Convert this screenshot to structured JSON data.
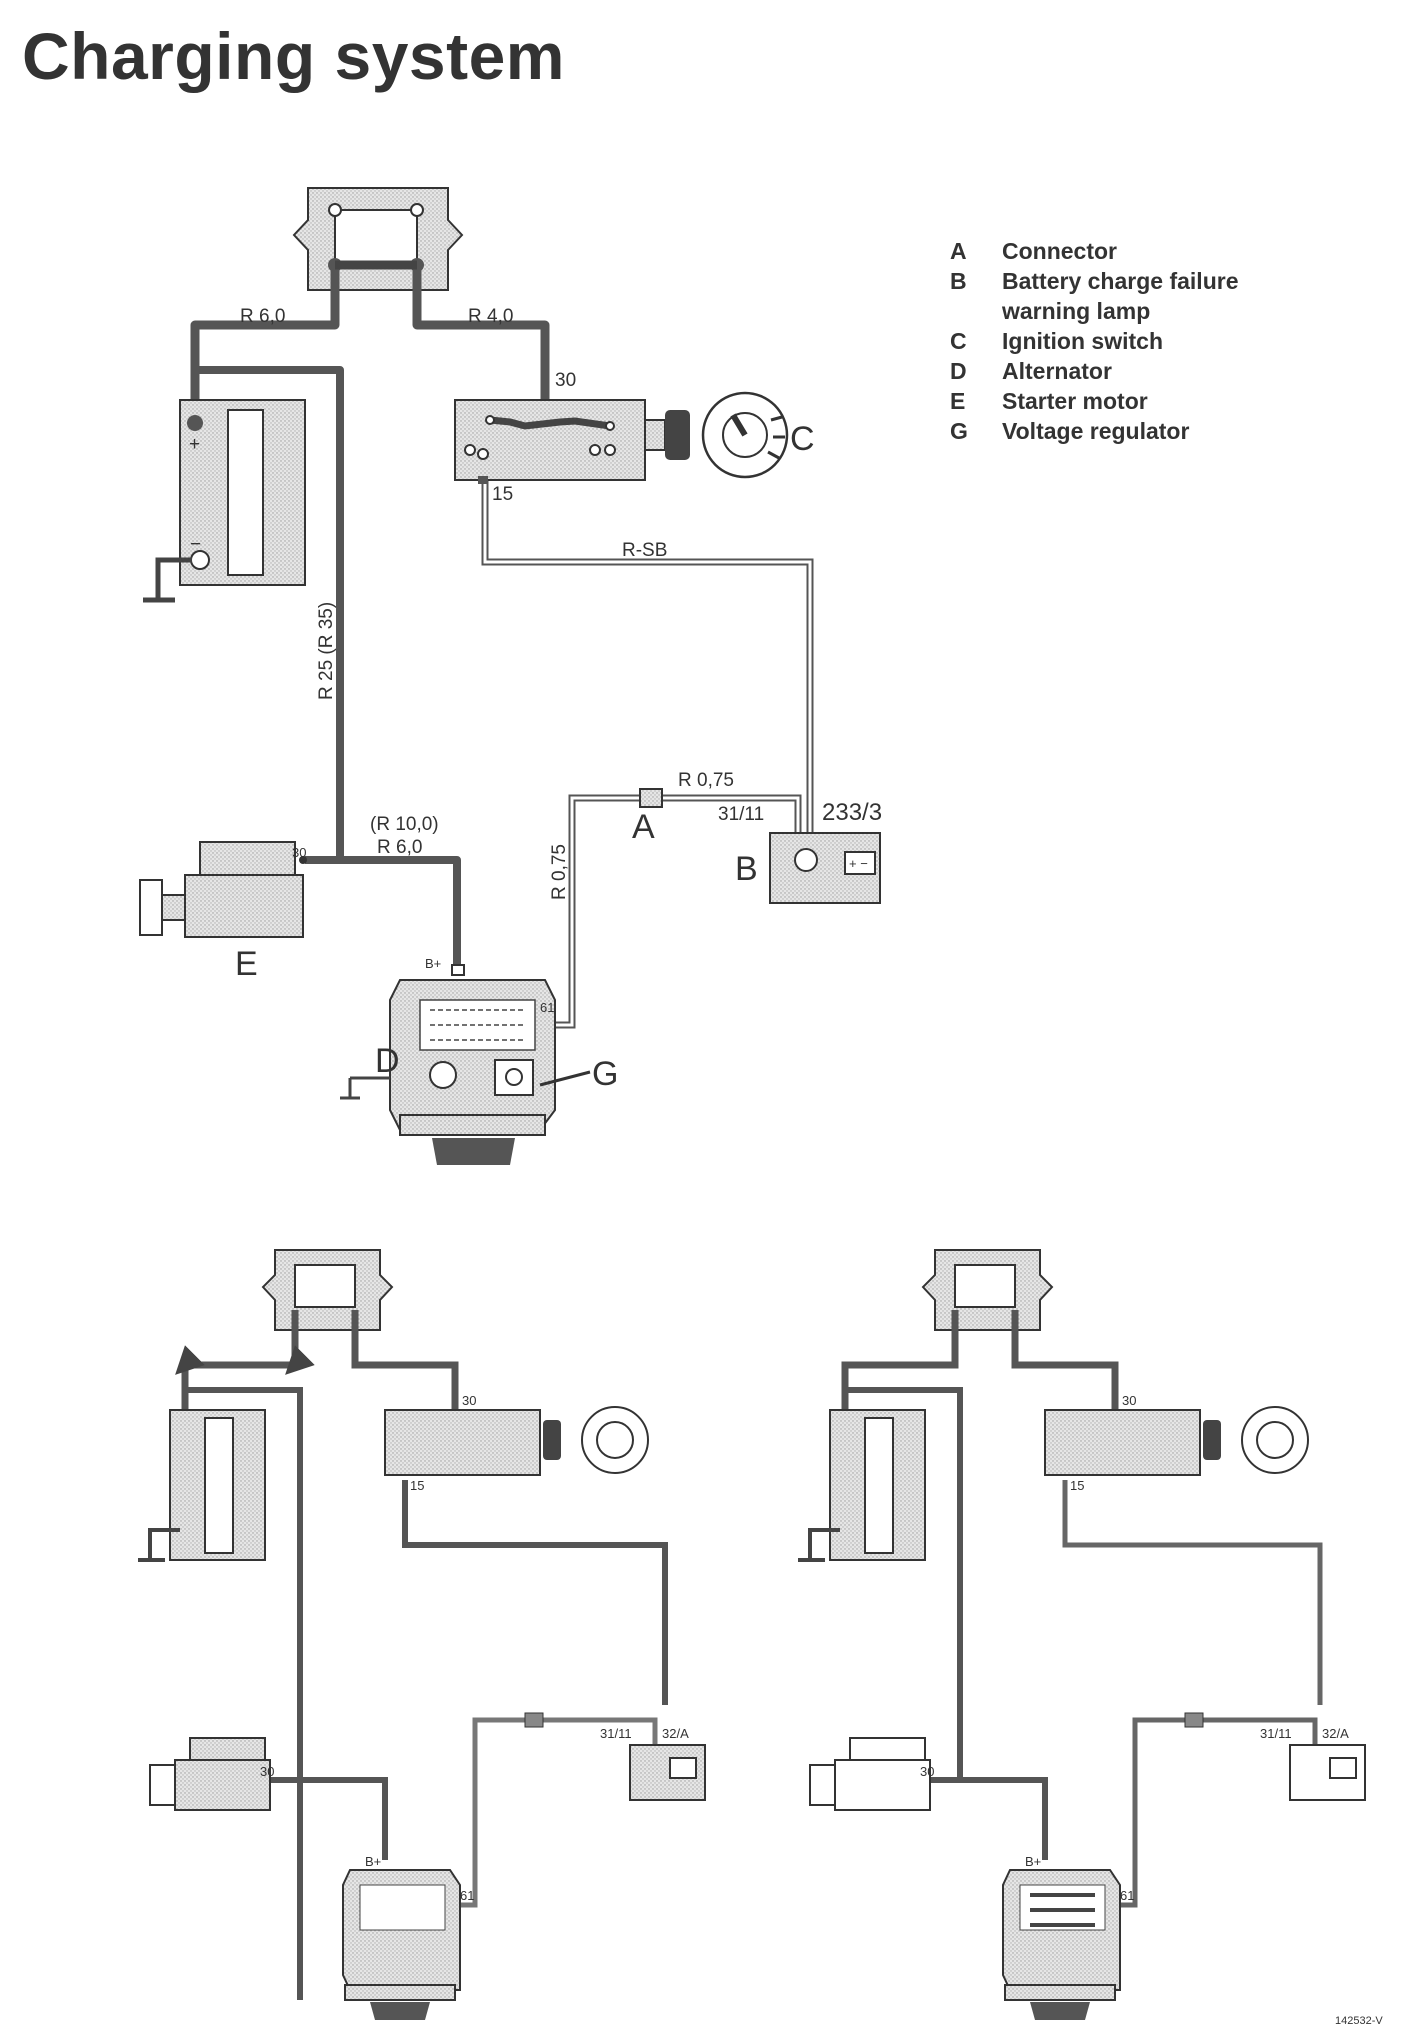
{
  "title": "Charging system",
  "legend": [
    {
      "key": "A",
      "text": "Connector"
    },
    {
      "key": "B",
      "text": "Battery charge failure"
    },
    {
      "key": "",
      "text": "warning lamp"
    },
    {
      "key": "C",
      "text": "Ignition switch"
    },
    {
      "key": "D",
      "text": "Alternator"
    },
    {
      "key": "E",
      "text": "Starter motor"
    },
    {
      "key": "G",
      "text": "Voltage regulator"
    }
  ],
  "main_diagram": {
    "wire_labels": {
      "r60_top": "R 6,0",
      "r40": "R 4,0",
      "rsb": "R-SB",
      "r25": "R 25  (R 35)",
      "r100": "(R 10,0)",
      "r60_bottom": "R 6,0",
      "r075_h": "R 0,75",
      "r075_v": "R 0,75"
    },
    "terminals": {
      "t30": "30",
      "t15": "15",
      "t30_starter": "30",
      "b_plus": "B+",
      "t61": "61",
      "t3111": "31/11",
      "t2333": "233/3"
    },
    "component_letters": {
      "A": "A",
      "B": "B",
      "C": "C",
      "D": "D",
      "E": "E",
      "G": "G"
    },
    "battery_plus": "+",
    "battery_minus": "−",
    "lamp_symbol": "+ −"
  },
  "bottom_left": {
    "t30": "30",
    "t15": "15",
    "t30_starter": "30",
    "b_plus": "B+",
    "t61": "61",
    "t3111": "31/11",
    "t32a": "32/A"
  },
  "bottom_right": {
    "t30": "30",
    "t15": "15",
    "t30_starter": "30",
    "b_plus": "B+",
    "t61": "61",
    "t3111": "31/11",
    "t32a": "32/A"
  },
  "figure_code": "142532-V"
}
